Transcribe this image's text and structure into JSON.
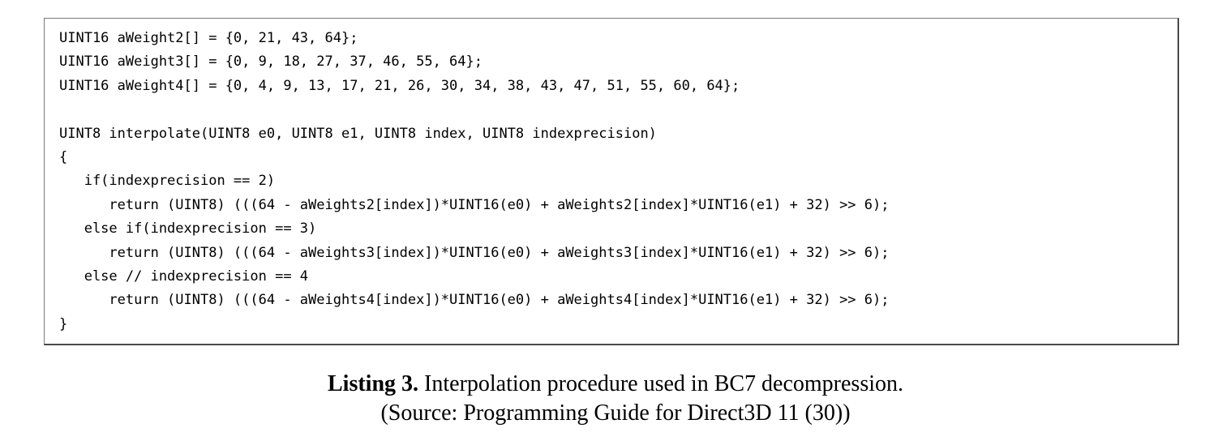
{
  "listing": {
    "code_lines": [
      "UINT16 aWeight2[] = {0, 21, 43, 64};",
      "UINT16 aWeight3[] = {0, 9, 18, 27, 37, 46, 55, 64};",
      "UINT16 aWeight4[] = {0, 4, 9, 13, 17, 21, 26, 30, 34, 38, 43, 47, 51, 55, 60, 64};",
      "",
      "UINT8 interpolate(UINT8 e0, UINT8 e1, UINT8 index, UINT8 indexprecision)",
      "{",
      "   if(indexprecision == 2)",
      "      return (UINT8) (((64 - aWeights2[index])*UINT16(e0) + aWeights2[index]*UINT16(e1) + 32) >> 6);",
      "   else if(indexprecision == 3)",
      "      return (UINT8) (((64 - aWeights3[index])*UINT16(e0) + aWeights3[index]*UINT16(e1) + 32) >> 6);",
      "   else // indexprecision == 4",
      "      return (UINT8) (((64 - aWeights4[index])*UINT16(e0) + aWeights4[index]*UINT16(e1) + 32) >> 6);",
      "}"
    ]
  },
  "caption": {
    "label": "Listing 3.",
    "text": " Interpolation procedure used in BC7 decompression.",
    "source": "(Source: Programming Guide for Direct3D 11 (30))"
  }
}
